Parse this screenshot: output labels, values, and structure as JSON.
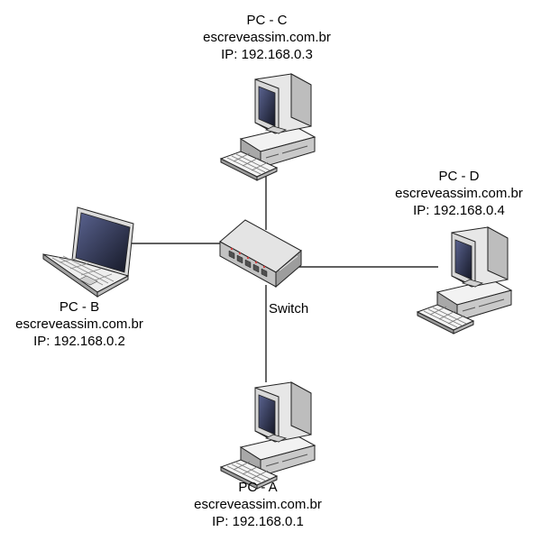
{
  "nodes": {
    "pc_c": {
      "name": "PC - C",
      "host": "escreveassim.com.br",
      "ip": "IP: 192.168.0.3",
      "device": "desktop-computer"
    },
    "pc_d": {
      "name": "PC - D",
      "host": "escreveassim.com.br",
      "ip": "IP: 192.168.0.4",
      "device": "desktop-computer"
    },
    "pc_b": {
      "name": "PC - B",
      "host": "escreveassim.com.br",
      "ip": "IP: 192.168.0.2",
      "device": "laptop"
    },
    "pc_a": {
      "name": "PC - A",
      "host": "escreveassim.com.br",
      "ip": "IP: 192.168.0.1",
      "device": "desktop-computer"
    }
  },
  "switch": {
    "label": "Switch",
    "device": "network-switch"
  },
  "links": [
    {
      "from": "switch",
      "to": "pc_c"
    },
    {
      "from": "switch",
      "to": "pc_d"
    },
    {
      "from": "switch",
      "to": "pc_b"
    },
    {
      "from": "switch",
      "to": "pc_a"
    }
  ],
  "colors": {
    "line": "#000000",
    "device_body": "#dcdcdc",
    "device_shade": "#9a9a9a",
    "screen": "#2a2f4a"
  }
}
